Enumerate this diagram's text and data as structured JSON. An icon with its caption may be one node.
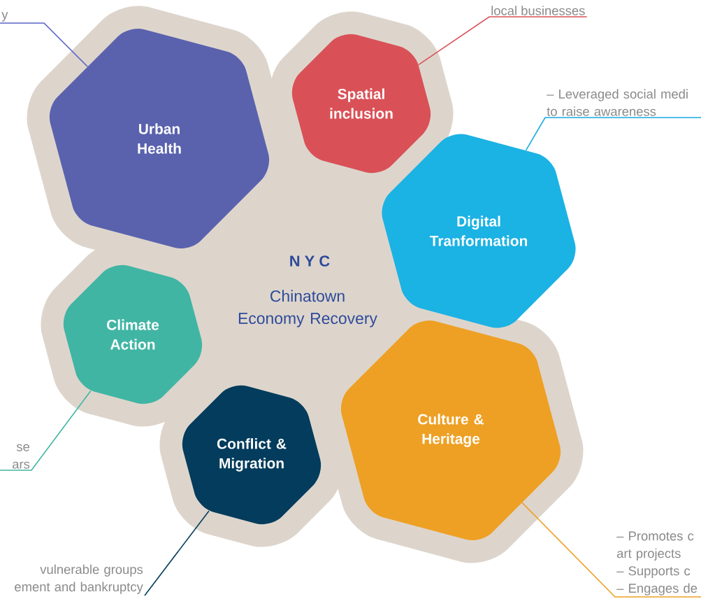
{
  "diagram": {
    "nodes": [
      {
        "text": [
          "y"
        ]
      },
      {
        "text": [
          "Urban Health"
        ]
      },
      {
        "text": [
          "Spatial inclusion"
        ]
      },
      {
        "text": [
          "local businesses"
        ]
      },
      {
        "text": [
          "– Leveraged social medi to raise awareness"
        ]
      },
      {
        "text": [
          "Digital Tranformation"
        ]
      },
      {
        "text": [
          "Climate Action"
        ]
      },
      {
        "text": [
          "se ars"
        ]
      },
      {
        "text": [
          "Conflict & Migration"
        ]
      },
      {
        "text": [
          "Culture & Heritage"
        ]
      },
      {
        "text": [
          "vulnerable groups ement and bankruptcy"
        ]
      },
      {
        "text": [
          "– Promotes c art projects",
          "– Supports c",
          "– Engages de"
        ]
      }
    ],
    "edges": [
      {
        "from": 0,
        "to": 1,
        "arrow": "none",
        "color": "#5a62c8"
      },
      {
        "from": 3,
        "to": 2,
        "arrow": "none",
        "color": "#d95157"
      },
      {
        "from": 4,
        "to": 5,
        "arrow": "none",
        "color": "#1aa9e0"
      },
      {
        "from": 7,
        "to": 6,
        "arrow": "none",
        "color": "#41b5a4"
      },
      {
        "from": 10,
        "to": 8,
        "arrow": "none",
        "color": "#033c5c"
      },
      {
        "from": 11,
        "to": 9,
        "arrow": "none",
        "color": "#eea024"
      }
    ],
    "labels": [
      "N Y C",
      "Chinatown Economy Recovery"
    ]
  }
}
